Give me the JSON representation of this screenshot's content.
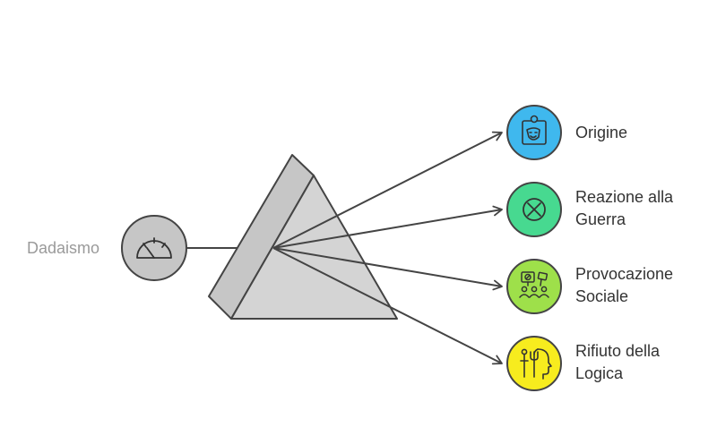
{
  "source": {
    "label": "Dadaismo",
    "icon": "gauge-icon"
  },
  "outputs": [
    {
      "label_line1": "Origine",
      "label_line2": "",
      "icon": "theater-masks-icon",
      "color": "#3fb8ee"
    },
    {
      "label_line1": "Reazione alla",
      "label_line2": "Guerra",
      "icon": "cancel-circle-icon",
      "color": "#47d990"
    },
    {
      "label_line1": "Provocazione",
      "label_line2": "Sociale",
      "icon": "protest-crowd-icon",
      "color": "#9ee04a"
    },
    {
      "label_line1": "Rifiuto della",
      "label_line2": "Logica",
      "icon": "head-choice-icon",
      "color": "#f7ec1e"
    }
  ]
}
